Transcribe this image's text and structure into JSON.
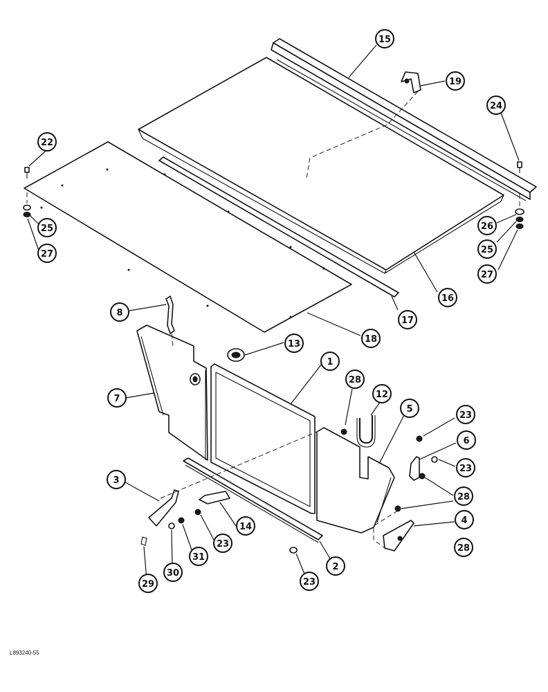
{
  "figure_id": "L893240-55",
  "callouts": [
    {
      "id": "c15",
      "label": "15"
    },
    {
      "id": "c19",
      "label": "19"
    },
    {
      "id": "c24",
      "label": "24"
    },
    {
      "id": "c22",
      "label": "22"
    },
    {
      "id": "c25a",
      "label": "25"
    },
    {
      "id": "c27a",
      "label": "27"
    },
    {
      "id": "c26",
      "label": "26"
    },
    {
      "id": "c25b",
      "label": "25"
    },
    {
      "id": "c27b",
      "label": "27"
    },
    {
      "id": "c16",
      "label": "16"
    },
    {
      "id": "c17",
      "label": "17"
    },
    {
      "id": "c18",
      "label": "18"
    },
    {
      "id": "c8",
      "label": "8"
    },
    {
      "id": "c13",
      "label": "13"
    },
    {
      "id": "c1",
      "label": "1"
    },
    {
      "id": "c28a",
      "label": "28"
    },
    {
      "id": "c12",
      "label": "12"
    },
    {
      "id": "c5",
      "label": "5"
    },
    {
      "id": "c23a",
      "label": "23"
    },
    {
      "id": "c6",
      "label": "6"
    },
    {
      "id": "c23b",
      "label": "23"
    },
    {
      "id": "c7",
      "label": "7"
    },
    {
      "id": "c28b",
      "label": "28"
    },
    {
      "id": "c3",
      "label": "3"
    },
    {
      "id": "c4",
      "label": "4"
    },
    {
      "id": "c14",
      "label": "14"
    },
    {
      "id": "c23c",
      "label": "23"
    },
    {
      "id": "c28c",
      "label": "28"
    },
    {
      "id": "c31",
      "label": "31"
    },
    {
      "id": "c30",
      "label": "30"
    },
    {
      "id": "c29",
      "label": "29"
    },
    {
      "id": "c2",
      "label": "2"
    },
    {
      "id": "c23d",
      "label": "23"
    }
  ]
}
